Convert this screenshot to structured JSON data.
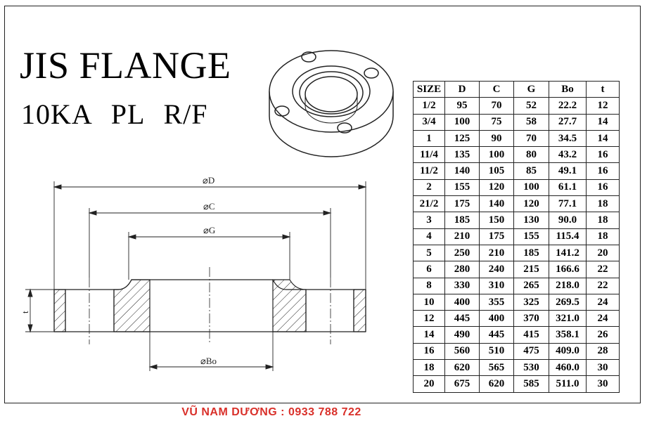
{
  "title": "JIS FLANGE",
  "subtitle_parts": [
    "10KA",
    "PL",
    "R/F"
  ],
  "drawing_labels": {
    "D": "⌀D",
    "C": "⌀C",
    "G": "⌀G",
    "Bo": "⌀Bo",
    "t": "t"
  },
  "table": {
    "headers": [
      "SIZE",
      "D",
      "C",
      "G",
      "Bo",
      "t"
    ],
    "rows": [
      [
        "1/2",
        "95",
        "70",
        "52",
        "22.2",
        "12"
      ],
      [
        "3/4",
        "100",
        "75",
        "58",
        "27.7",
        "14"
      ],
      [
        "1",
        "125",
        "90",
        "70",
        "34.5",
        "14"
      ],
      [
        "11/4",
        "135",
        "100",
        "80",
        "43.2",
        "16"
      ],
      [
        "11/2",
        "140",
        "105",
        "85",
        "49.1",
        "16"
      ],
      [
        "2",
        "155",
        "120",
        "100",
        "61.1",
        "16"
      ],
      [
        "21/2",
        "175",
        "140",
        "120",
        "77.1",
        "18"
      ],
      [
        "3",
        "185",
        "150",
        "130",
        "90.0",
        "18"
      ],
      [
        "4",
        "210",
        "175",
        "155",
        "115.4",
        "18"
      ],
      [
        "5",
        "250",
        "210",
        "185",
        "141.2",
        "20"
      ],
      [
        "6",
        "280",
        "240",
        "215",
        "166.6",
        "22"
      ],
      [
        "8",
        "330",
        "310",
        "265",
        "218.0",
        "22"
      ],
      [
        "10",
        "400",
        "355",
        "325",
        "269.5",
        "24"
      ],
      [
        "12",
        "445",
        "400",
        "370",
        "321.0",
        "24"
      ],
      [
        "14",
        "490",
        "445",
        "415",
        "358.1",
        "26"
      ],
      [
        "16",
        "560",
        "510",
        "475",
        "409.0",
        "28"
      ],
      [
        "18",
        "620",
        "565",
        "530",
        "460.0",
        "30"
      ],
      [
        "20",
        "675",
        "620",
        "585",
        "511.0",
        "30"
      ]
    ]
  },
  "footer": "VŨ NAM DƯƠNG : 0933 788 722",
  "colors": {
    "footer": "#d9302a",
    "line": "#222222"
  }
}
